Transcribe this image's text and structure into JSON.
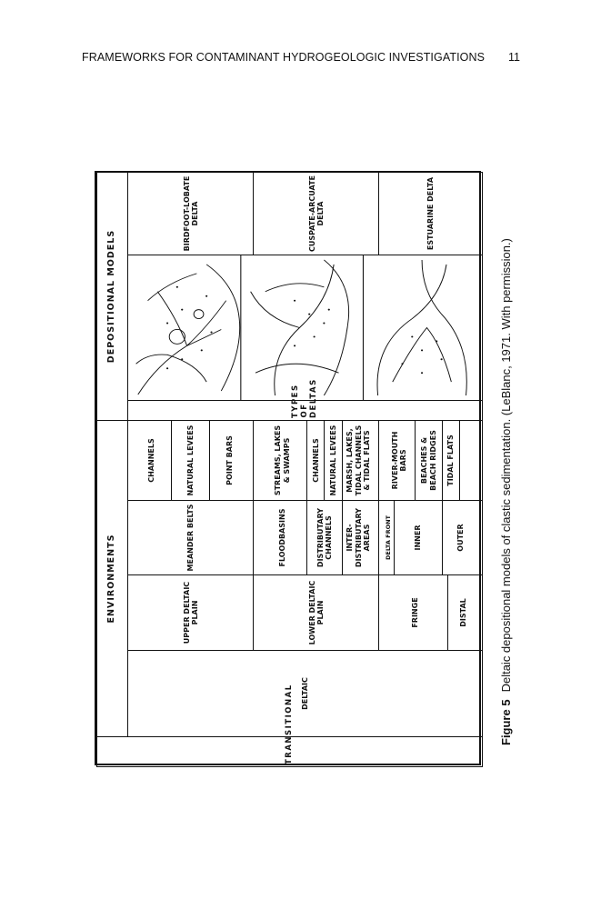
{
  "header": {
    "title": "FRAMEWORKS FOR CONTAMINANT HYDROGEOLOGIC INVESTIGATIONS",
    "page_number": "11"
  },
  "figure": {
    "environments_title": "ENVIRONMENTS",
    "models_title": "DEPOSITIONAL MODELS",
    "transitional": "TRANSITIONAL",
    "deltaic": "DELTAIC",
    "upper_deltaic_plain": "UPPER DELTAIC PLAIN",
    "lower_deltaic_plain": "LOWER DELTAIC PLAIN",
    "fringe": "FRINGE",
    "distal": "DISTAL",
    "meander_belts": "MEANDER BELTS",
    "floodbasins": "FLOODBASINS",
    "distributary_channels": "DISTRIBUTARY CHANNELS",
    "interdistributary_areas": "INTER-DISTRIBUTARY AREAS",
    "delta_front": "DELTA FRONT",
    "inner": "INNER",
    "outer": "OUTER",
    "channels": "CHANNELS",
    "natural_levees": "NATURAL LEVEES",
    "point_bars": "POINT BARS",
    "streams_lakes_swamps": "STREAMS, LAKES & SWAMPS",
    "channels_2": "CHANNELS",
    "natural_levees_2": "NATURAL LEVEES",
    "marsh_lakes": "MARSH, LAKES, TIDAL CHANNELS & TIDAL FLATS",
    "river_mouth_bars": "RIVER-MOUTH BARS",
    "beaches": "BEACHES & BEACH RIDGES",
    "tidal_flats": "TIDAL FLATS",
    "types_of_deltas": "TYPES OF DELTAS",
    "birdfoot": "BIRDFOOT-LOBATE DELTA",
    "cuspate": "CUSPATE-ARCUATE DELTA",
    "estuarine": "ESTUARINE DELTA"
  },
  "caption": {
    "label": "Figure 5",
    "text": "Deltaic depositional models of clastic sedimentation. (LeBlanc, 1971. With permission.)"
  }
}
